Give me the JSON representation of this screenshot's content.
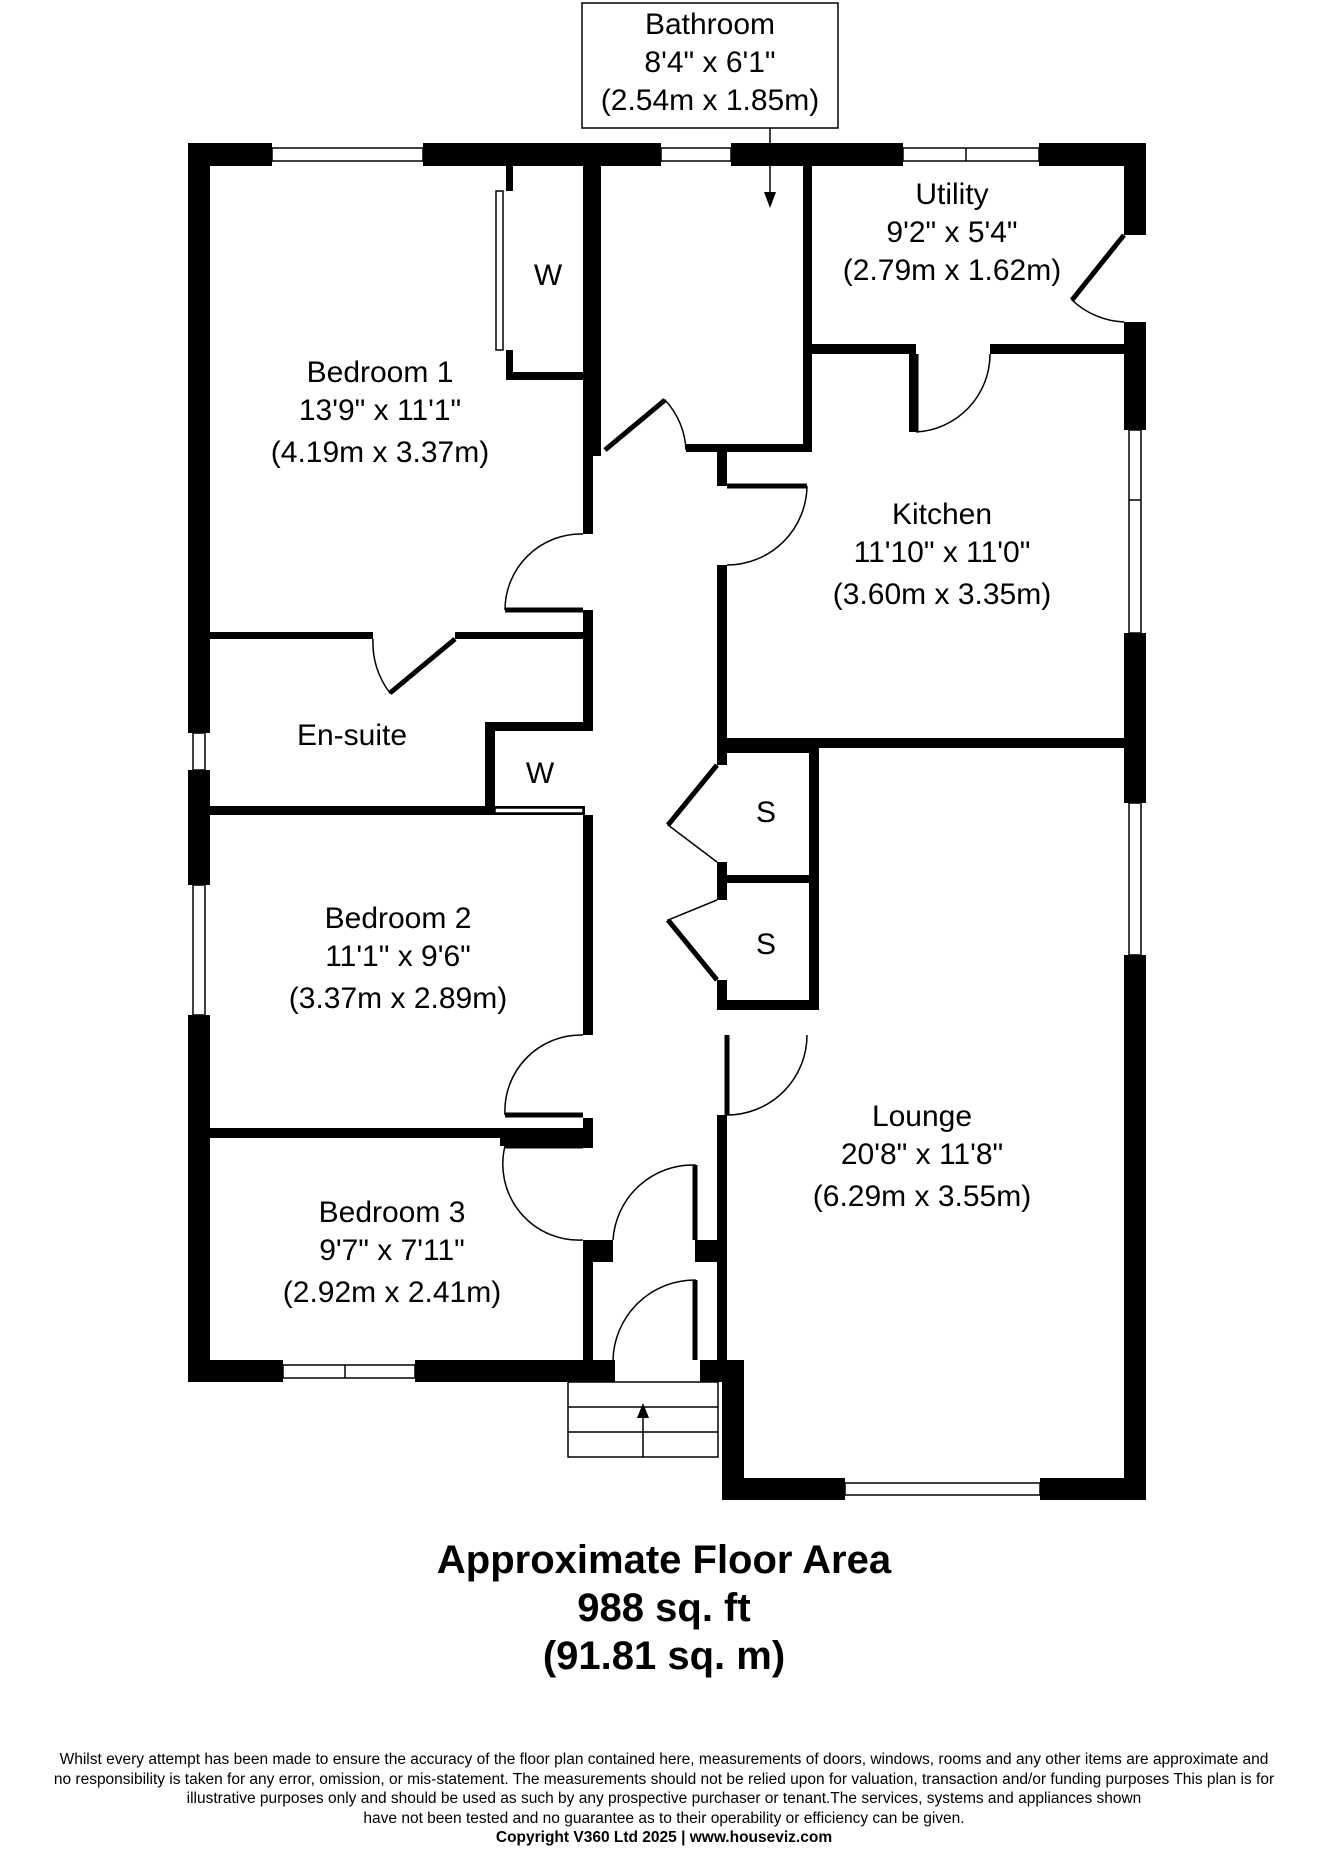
{
  "rooms": [
    {
      "id": "bathroom",
      "name": "Bathroom",
      "imperial": "8'4\" x 6'1\"",
      "metric": "(2.54m x 1.85m)"
    },
    {
      "id": "utility",
      "name": "Utility",
      "imperial": "9'2\" x 5'4\"",
      "metric": "(2.79m x 1.62m)"
    },
    {
      "id": "bedroom1",
      "name": "Bedroom 1",
      "imperial": "13'9\" x 11'1\"",
      "metric": "(4.19m x 3.37m)"
    },
    {
      "id": "kitchen",
      "name": "Kitchen",
      "imperial": "11'10\" x 11'0\"",
      "metric": "(3.60m x 3.35m)"
    },
    {
      "id": "ensuite",
      "name": "En-suite"
    },
    {
      "id": "bedroom2",
      "name": "Bedroom 2",
      "imperial": "11'1\" x 9'6\"",
      "metric": "(3.37m x 2.89m)"
    },
    {
      "id": "lounge",
      "name": "Lounge",
      "imperial": "20'8\" x 11'8\"",
      "metric": "(6.29m x 3.55m)"
    },
    {
      "id": "bedroom3",
      "name": "Bedroom 3",
      "imperial": "9'7\" x 7'11\"",
      "metric": "(2.92m x 2.41m)"
    }
  ],
  "cupboards": {
    "wardrobe": "W",
    "store": "S"
  },
  "floor_area": {
    "title": "Approximate Floor Area",
    "imperial": "988 sq. ft",
    "metric": "(91.81 sq. m)"
  },
  "disclaimer": {
    "lines": [
      "Whilst every attempt has been made to ensure the accuracy of the floor plan contained here, measurements of doors, windows, rooms and any other items are approximate and",
      "no responsibility is taken for any error, omission, or mis-statement.  The measurements should not be relied upon for valuation, transaction and/or funding purposes This plan is for",
      "illustrative purposes only and should be used as such by any prospective purchaser or tenant.The services, systems and appliances shown",
      "have not been tested and no guarantee as to their operability or efficiency can be given."
    ],
    "copyright": "Copyright V360 Ltd 2025 | www.houseviz.com"
  }
}
